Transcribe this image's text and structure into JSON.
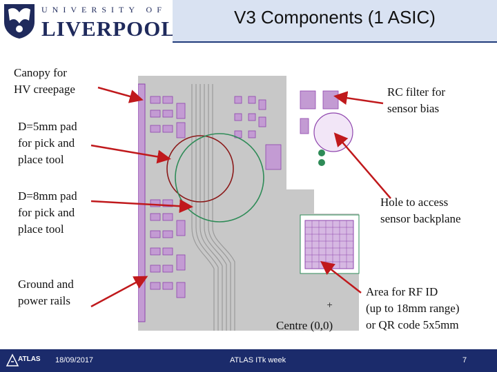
{
  "header": {
    "logo_top": "UNIVERSITY OF",
    "logo_main": "LIVERPOOL",
    "title": "V3  Components (1 ASIC)"
  },
  "annotations": {
    "canopy": "Canopy for\nHV creepage",
    "pad5": "D=5mm pad\nfor pick and\nplace tool",
    "pad8": "D=8mm pad\nfor pick and\nplace tool",
    "rails": "Ground and\npower rails",
    "rc": "RC filter for\nsensor bias",
    "hole": "Hole to access\nsensor backplane",
    "rfid": "Area for RF ID\n(up to 18mm range)\nor QR code 5x5mm",
    "centre": "Centre (0,0)"
  },
  "footer": {
    "logo": "ATLAS",
    "date": "18/09/2017",
    "event": "ATLAS ITk week",
    "page": "7"
  },
  "colors": {
    "footer_bg": "#1b2b6b",
    "title_band": "#d9e2f2",
    "arrow": "#c0191c",
    "layout_bg": "#c8c8c8",
    "metal": "#c39bd3",
    "pad_circle": "#8b1a1a",
    "green_circle": "#2e8b57"
  }
}
